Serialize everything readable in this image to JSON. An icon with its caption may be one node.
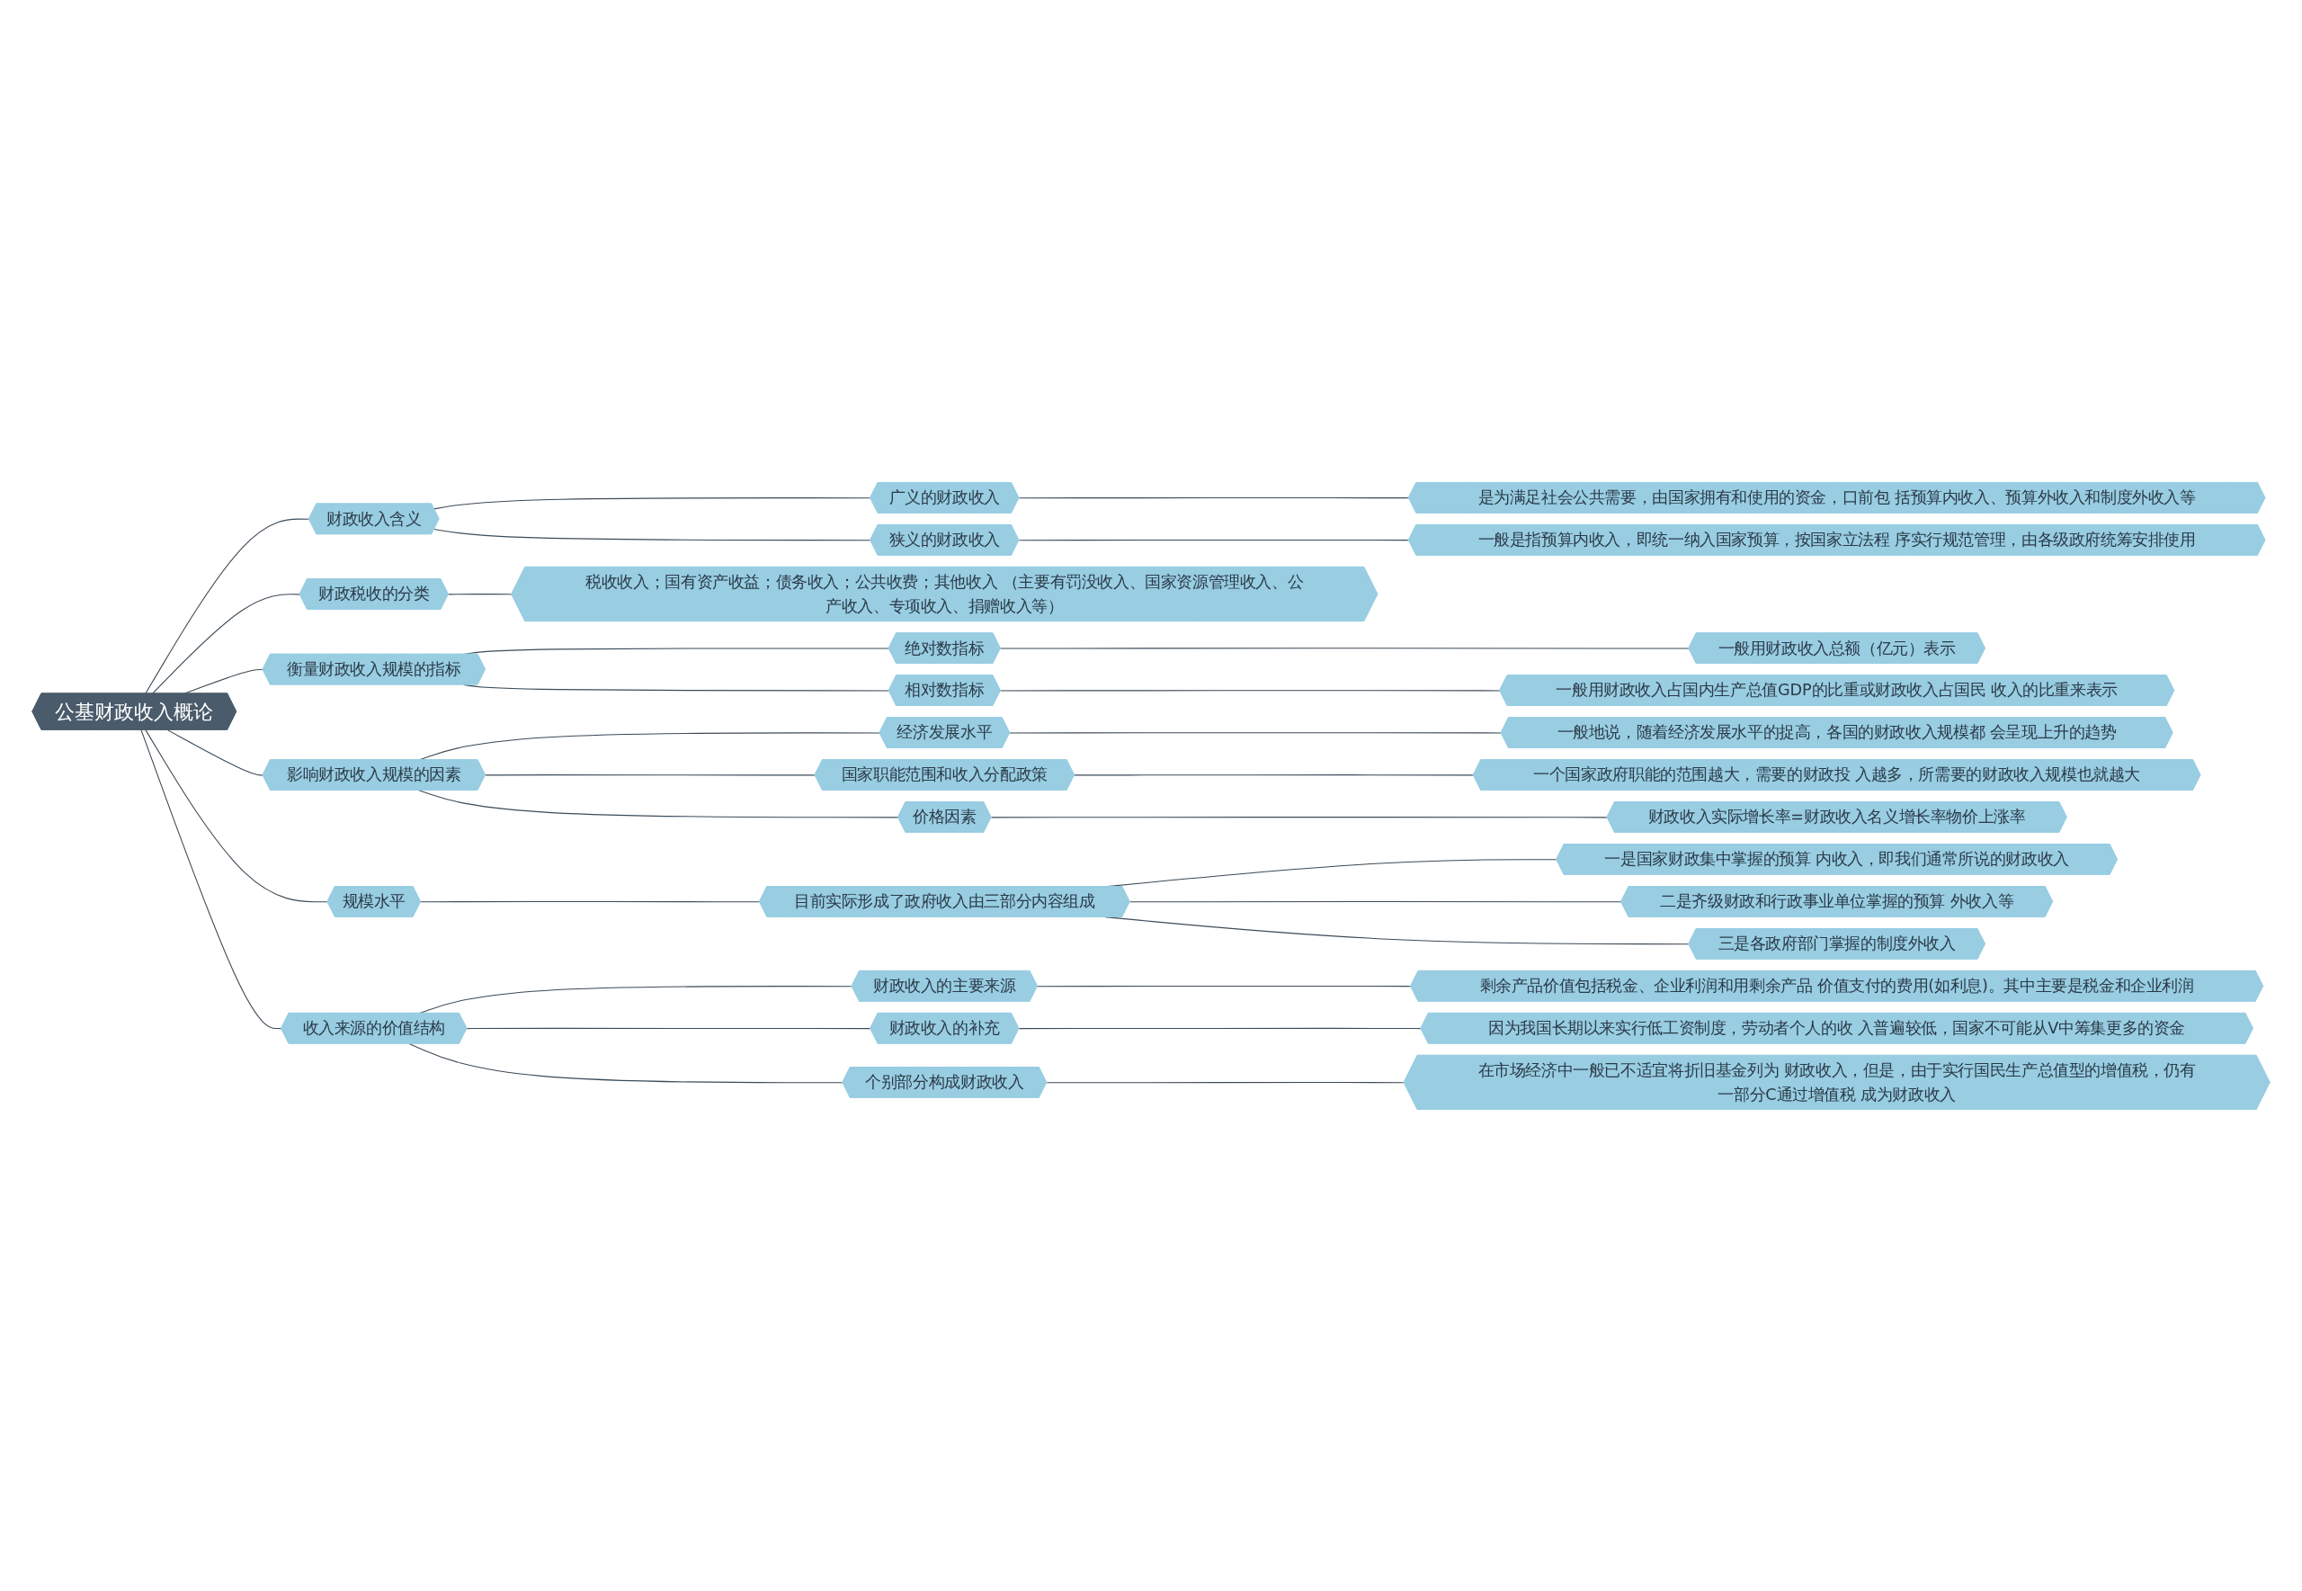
{
  "diagram": {
    "nodes": [
      {
        "text": [
          "公基财政收入概论"
        ]
      },
      {
        "text": [
          "财政收入含义"
        ]
      },
      {
        "text": [
          "广义的财政收入"
        ]
      },
      {
        "text": [
          "是为满足社会公共需要，由国家拥有和使用的资金，口前包 括预算内收入、预算外收入和制度外收入等"
        ]
      },
      {
        "text": [
          "狭义的财政收入"
        ]
      },
      {
        "text": [
          "一般是指预算内收入，即统一纳入国家预算，按国家立法程 序实行规范管理，由各级政府统筹安排使用"
        ]
      },
      {
        "text": [
          "财政税收的分类"
        ]
      },
      {
        "text": [
          "税收收入；国有资产收益；债务收入；公共收费；其他收入 （主要有罚没收入、国家资源管理收入、公产收入、专项收入、捐赠收入等）"
        ]
      },
      {
        "text": [
          "衡量财政收入规模的指标"
        ]
      },
      {
        "text": [
          "绝对数指标"
        ]
      },
      {
        "text": [
          "一般用财政收入总额（亿元）表示"
        ]
      },
      {
        "text": [
          "相对数指标"
        ]
      },
      {
        "text": [
          "一般用财政收入占国内生产总值GDP的比重或财政收入占国民 收入的比重来表示"
        ]
      },
      {
        "text": [
          "影响财政收入规模的因素"
        ]
      },
      {
        "text": [
          "经济发展水平"
        ]
      },
      {
        "text": [
          "一般地说，随着经济发展水平的捉高，各国的财政收入规模都 会呈现上升的趋势"
        ]
      },
      {
        "text": [
          "国家职能范围和收入分配政策"
        ]
      },
      {
        "text": [
          "一个国家政府职能的范围越大，需要的财政投 入越多，所需要的财政收入规模也就越大"
        ]
      },
      {
        "text": [
          "价格因素"
        ]
      },
      {
        "text": [
          "财政收入实际增长率=财政收入名义增长率物价上涨率"
        ]
      },
      {
        "text": [
          "规模水平"
        ]
      },
      {
        "text": [
          "目前实际形成了政府收入由三部分内容组成"
        ]
      },
      {
        "text": [
          "一是国家财政集中掌握的预算 内收入，即我们通常所说的财政收入"
        ]
      },
      {
        "text": [
          "二是齐级财政和行政事业单位掌握的预算 外收入等"
        ]
      },
      {
        "text": [
          "三是各政府部门掌握的制度外收入"
        ]
      },
      {
        "text": [
          "收入来源的价值结构"
        ]
      },
      {
        "text": [
          "财政收入的主要来源"
        ]
      },
      {
        "text": [
          "剩余产品价值包括税金、企业利润和用剩余产品 价值支付的费用(如利息)。其中主要是税金和企业利润"
        ]
      },
      {
        "text": [
          "财政收入的补充"
        ]
      },
      {
        "text": [
          "因为我国长期以来实行低工资制度，劳动者个人的收 入普遍较低，国家不可能从V中筹集更多的资金"
        ]
      },
      {
        "text": [
          "个别部分构成财政收入"
        ]
      },
      {
        "text": [
          "在市场经济中一般已不适宜将折旧基金列为 财政收入，但是，由于实行国民生产总值型的增值税，仍有一部分C通过增值税 成为财政收入"
        ]
      }
    ],
    "edges": [
      {
        "from": 0,
        "to": 1,
        "arrow": "none"
      },
      {
        "from": 1,
        "to": 2,
        "arrow": "none"
      },
      {
        "from": 2,
        "to": 3,
        "arrow": "none"
      },
      {
        "from": 1,
        "to": 4,
        "arrow": "none"
      },
      {
        "from": 4,
        "to": 5,
        "arrow": "none"
      },
      {
        "from": 0,
        "to": 6,
        "arrow": "none"
      },
      {
        "from": 6,
        "to": 7,
        "arrow": "none"
      },
      {
        "from": 0,
        "to": 8,
        "arrow": "none"
      },
      {
        "from": 8,
        "to": 9,
        "arrow": "none"
      },
      {
        "from": 9,
        "to": 10,
        "arrow": "none"
      },
      {
        "from": 8,
        "to": 11,
        "arrow": "none"
      },
      {
        "from": 11,
        "to": 12,
        "arrow": "none"
      },
      {
        "from": 0,
        "to": 13,
        "arrow": "none"
      },
      {
        "from": 13,
        "to": 14,
        "arrow": "none"
      },
      {
        "from": 14,
        "to": 15,
        "arrow": "none"
      },
      {
        "from": 13,
        "to": 16,
        "arrow": "none"
      },
      {
        "from": 16,
        "to": 17,
        "arrow": "none"
      },
      {
        "from": 13,
        "to": 18,
        "arrow": "none"
      },
      {
        "from": 18,
        "to": 19,
        "arrow": "none"
      },
      {
        "from": 0,
        "to": 20,
        "arrow": "none"
      },
      {
        "from": 20,
        "to": 21,
        "arrow": "none"
      },
      {
        "from": 21,
        "to": 22,
        "arrow": "none"
      },
      {
        "from": 21,
        "to": 23,
        "arrow": "none"
      },
      {
        "from": 21,
        "to": 24,
        "arrow": "none"
      },
      {
        "from": 0,
        "to": 25,
        "arrow": "none"
      },
      {
        "from": 25,
        "to": 26,
        "arrow": "none"
      },
      {
        "from": 26,
        "to": 27,
        "arrow": "none"
      },
      {
        "from": 25,
        "to": 28,
        "arrow": "none"
      },
      {
        "from": 28,
        "to": 29,
        "arrow": "none"
      },
      {
        "from": 25,
        "to": 30,
        "arrow": "none"
      },
      {
        "from": 30,
        "to": 31,
        "arrow": "none"
      }
    ]
  }
}
